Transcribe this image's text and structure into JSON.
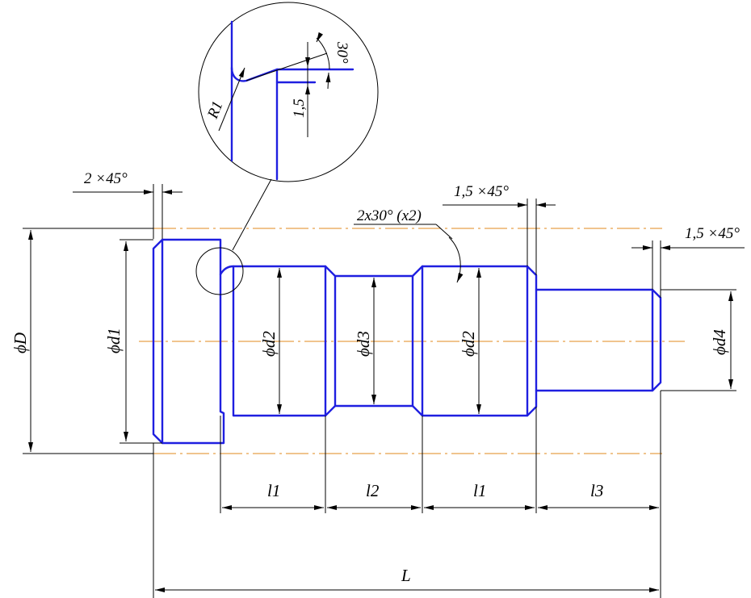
{
  "labels": {
    "chamfer_left": "2 ×45°",
    "chamfer_mid": "1,5 ×45°",
    "chamfer_right": "1,5 ×45°",
    "groove_chamfer": "2x30° (x2)",
    "detail_radius": "R1",
    "detail_depth": "1,5",
    "detail_angle": "30°",
    "dia_D": "ϕD",
    "dia_d1": "ϕd1",
    "dia_d2_left": "ϕd2",
    "dia_d3": "ϕd3",
    "dia_d2_right": "ϕd2",
    "dia_d4": "ϕd4",
    "len_l1_left": "l1",
    "len_l2": "l2",
    "len_l1_right": "l1",
    "len_l3": "l3",
    "len_L": "L"
  },
  "colors": {
    "part_outline": "#1f1fe0",
    "center_line": "#e08a1e",
    "dimension": "#000000"
  }
}
